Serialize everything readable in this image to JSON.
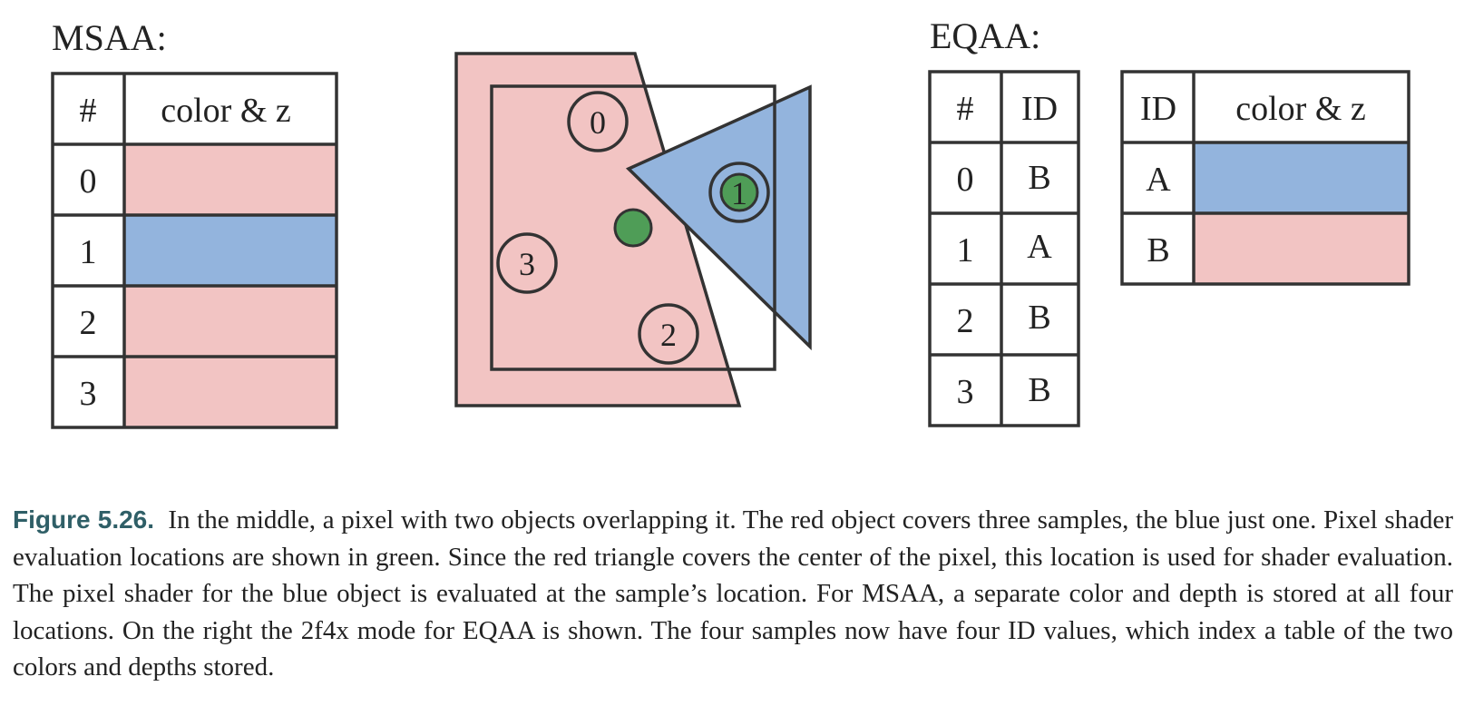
{
  "msaa": {
    "title": "MSAA:",
    "headers": [
      "#",
      "color & z"
    ],
    "rows": [
      {
        "index": "0",
        "fill": "#f2c4c3"
      },
      {
        "index": "1",
        "fill": "#93b4dd"
      },
      {
        "index": "2",
        "fill": "#f2c4c3"
      },
      {
        "index": "3",
        "fill": "#f2c4c3"
      }
    ]
  },
  "pixel": {
    "samples": [
      "0",
      "1",
      "2",
      "3"
    ],
    "colors": {
      "red": "#f2c4c3",
      "blue": "#93b4dd",
      "green": "#4f9d57",
      "stroke": "#333333"
    }
  },
  "eqaa": {
    "title": "EQAA:",
    "id_table": {
      "headers": [
        "#",
        "ID"
      ],
      "rows": [
        {
          "index": "0",
          "id": "B"
        },
        {
          "index": "1",
          "id": "A"
        },
        {
          "index": "2",
          "id": "B"
        },
        {
          "index": "3",
          "id": "B"
        }
      ]
    },
    "color_table": {
      "headers": [
        "ID",
        "color & z"
      ],
      "rows": [
        {
          "id": "A",
          "fill": "#93b4dd"
        },
        {
          "id": "B",
          "fill": "#f2c4c3"
        }
      ]
    }
  },
  "caption": {
    "label": "Figure 5.26.",
    "text": "In the middle, a pixel with two objects overlapping it. The red object covers three samples, the blue just one. Pixel shader evaluation locations are shown in green. Since the red triangle covers the center of the pixel, this location is used for shader evaluation. The pixel shader for the blue object is evaluated at the sample’s location. For MSAA, a separate color and depth is stored at all four locations. On the right the 2f4x mode for EQAA is shown. The four samples now have four ID values, which index a table of the two colors and depths stored."
  }
}
